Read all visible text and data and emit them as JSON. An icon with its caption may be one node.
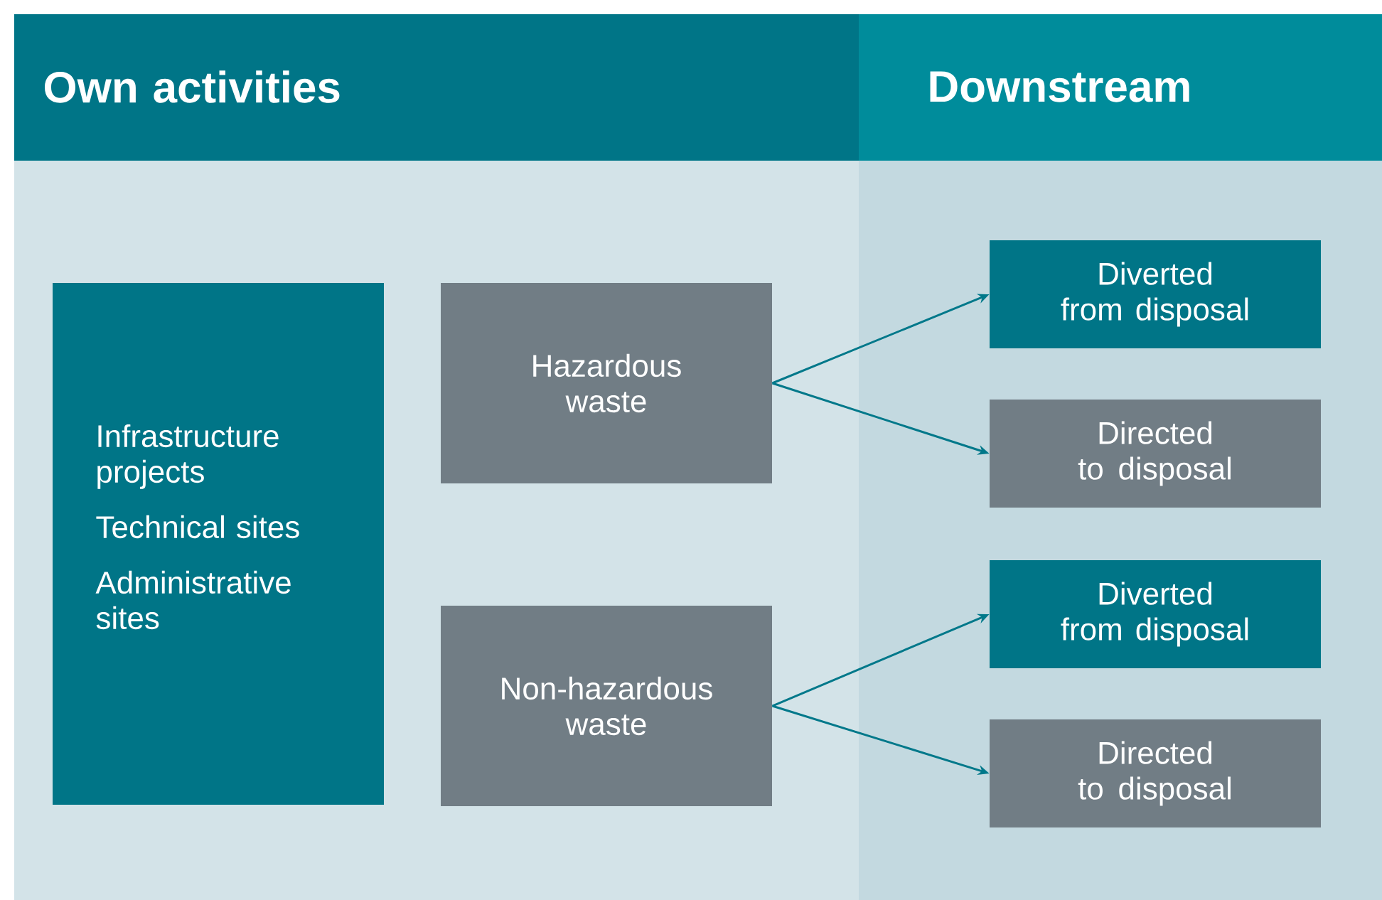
{
  "diagram": {
    "nodes": [
      {
        "text": [
          "Own activities"
        ]
      },
      {
        "text": [
          "Downstream"
        ]
      },
      {
        "text": [
          "Infrastructure projects",
          "Technical sites",
          "Administrative sites"
        ],
        "in": 0
      },
      {
        "text": [
          "Hazardous waste"
        ],
        "in": 0
      },
      {
        "text": [
          "Non-hazardous waste"
        ],
        "in": 0
      },
      {
        "text": [
          "Diverted from disposal"
        ],
        "in": 1
      },
      {
        "text": [
          "Directed to disposal"
        ],
        "in": 1
      },
      {
        "text": [
          "Diverted from disposal"
        ],
        "in": 1
      },
      {
        "text": [
          "Directed to disposal"
        ],
        "in": 1
      }
    ],
    "edges": [
      {
        "from": 3,
        "to": 5,
        "arrow": "to"
      },
      {
        "from": 3,
        "to": 6,
        "arrow": "to"
      },
      {
        "from": 4,
        "to": 7,
        "arrow": "to"
      },
      {
        "from": 4,
        "to": 8,
        "arrow": "to"
      }
    ]
  }
}
